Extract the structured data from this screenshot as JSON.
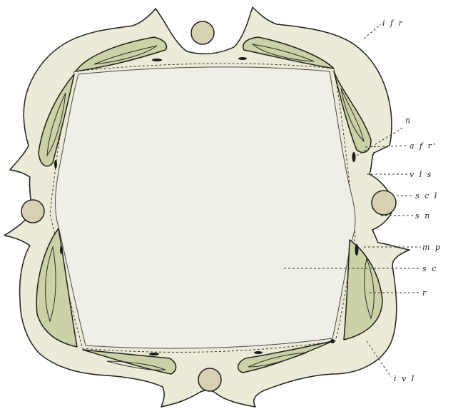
{
  "figure": {
    "colors": {
      "background": "#ffffff",
      "body_fill": "#ecebd7",
      "lumen_fill": "#efefe8",
      "plate_fill": "#ccd2a6",
      "canal_fill": "#d7dcae",
      "nerve_fill": "#d8d2b4",
      "outline": "#1f1f1f"
    },
    "labels": {
      "ifr": "i f r",
      "n": "n",
      "afr": "a f r'",
      "vls": "v l s",
      "scl": "s c l",
      "sn": "s n",
      "mp": "m p",
      "sc": "s c",
      "r": "r",
      "ivl": "i v l"
    }
  }
}
